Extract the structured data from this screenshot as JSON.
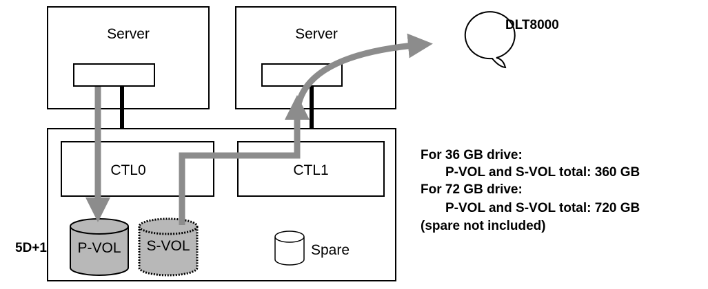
{
  "servers": [
    {
      "label": "Server"
    },
    {
      "label": "Server"
    }
  ],
  "controllers": [
    {
      "label": "CTL0"
    },
    {
      "label": "CTL1"
    }
  ],
  "volumes": {
    "primary": "P-VOL",
    "secondary": "S-VOL",
    "spare": "Spare"
  },
  "raid_label": "5D+1",
  "tape_label": "DLT8000",
  "notes": {
    "line1": "For 36 GB drive:",
    "line2": "P-VOL and S-VOL total: 360 GB",
    "line3": "For 72 GB drive:",
    "line4": "P-VOL and S-VOL total: 720 GB",
    "line5": "(spare not included)"
  },
  "colors": {
    "arrow": "#8c8c8c",
    "volume_fill": "#b8b8b8",
    "outline": "#000000"
  }
}
